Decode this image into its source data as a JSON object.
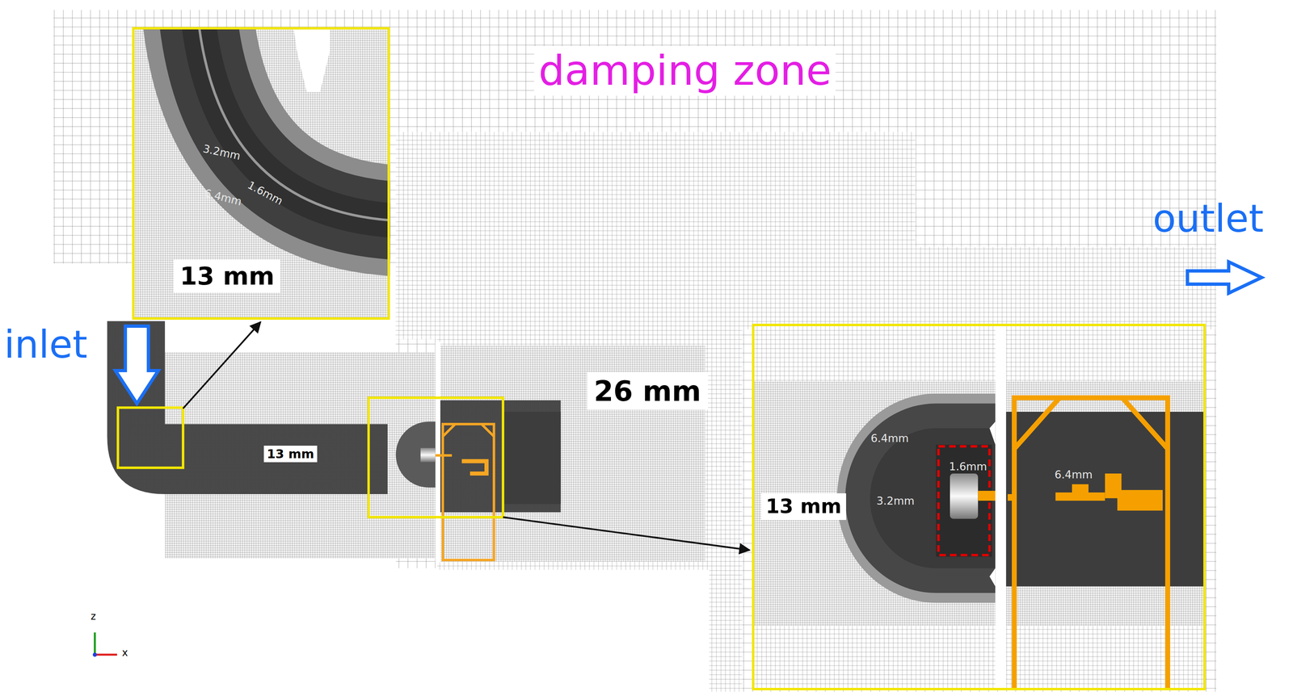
{
  "diagram": {
    "nodes": [
      {
        "text": [
          "3.2mm",
          "1.6mm",
          "6.4mm",
          "13 mm"
        ]
      },
      {
        "text": [
          "6.4mm",
          "1.6mm",
          "13 mm",
          "3.2mm",
          "6.4mm"
        ]
      }
    ],
    "labels": [
      "damping zone",
      "outlet",
      "inlet",
      "13 mm",
      "26 mm",
      "z",
      "x"
    ]
  }
}
